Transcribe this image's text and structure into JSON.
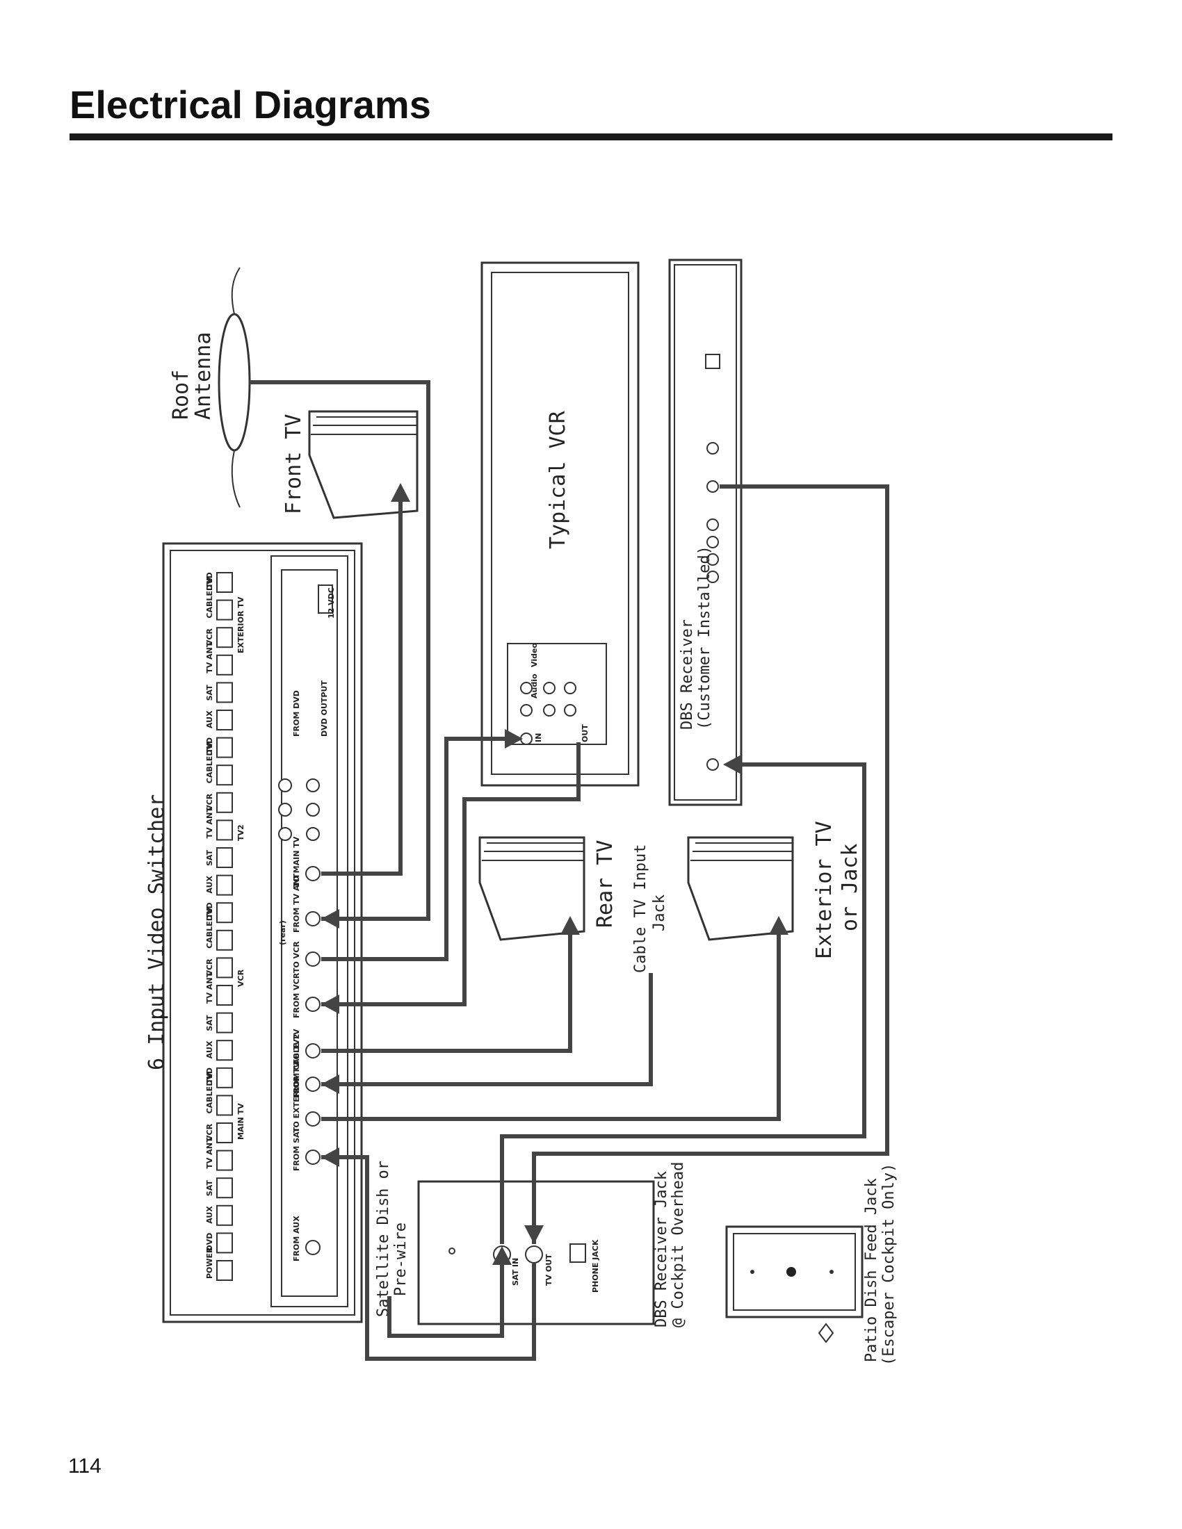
{
  "page": {
    "title": "Electrical Diagrams",
    "number": "114"
  },
  "labels": {
    "roof_antenna": [
      "Roof",
      "Antenna"
    ],
    "front_tv": "Front TV",
    "typical_vcr": "Typical VCR",
    "dbs_receiver": [
      "DBS Receiver",
      "(Customer Installed)"
    ],
    "switcher": "6 Input Video Switcher",
    "rear_tv": "Rear TV",
    "cable_tv_input": [
      "Cable TV Input",
      "Jack"
    ],
    "exterior_tv": [
      "Exterior TV",
      "or Jack"
    ],
    "satellite_dish": [
      "Satellite Dish or",
      "Pre-wire"
    ],
    "dbs_jack": [
      "DBS Receiver Jack",
      "@ Cockpit Overhead"
    ],
    "patio_dish": [
      "Patio Dish Feed Jack",
      "(Escaper Cockpit Only)"
    ]
  },
  "switcher_front": {
    "buttons": [
      "POWER",
      "DVD",
      "AUX",
      "SAT",
      "TV ANT",
      "VCR",
      "CABLE TV",
      "DVD",
      "AUX",
      "SAT",
      "TV ANT",
      "VCR",
      "CABLE TV",
      "DVD",
      "AUX",
      "SAT",
      "TV ANT",
      "VCR",
      "CABLE TV",
      "DVD",
      "AUX",
      "SAT",
      "TV ANT",
      "VCR",
      "CABLE TV",
      "DVD"
    ],
    "groups": [
      "MAIN TV",
      "VCR",
      "TV2",
      "EXTERIOR TV"
    ]
  },
  "switcher_back": {
    "ports": [
      "FROM AUX",
      "FROM SAT",
      "TO EXTERIOR TV",
      "FROM CABLE TV",
      "TO TV2",
      "FROM VCR",
      "TO VCR",
      "FROM TV ANT",
      "TO MAIN TV"
    ],
    "rear_tag": "(rear)",
    "dvd_inputs": "FROM DVD",
    "dvd_output": "DVD OUTPUT",
    "power": "12 VDC"
  },
  "vcr_panel": {
    "in": "IN",
    "out": "OUT",
    "audio": "Audio",
    "video": "Video"
  },
  "wall_plate": {
    "sat": "SAT IN",
    "tv": "TV OUT",
    "phone": "PHONE JACK"
  }
}
